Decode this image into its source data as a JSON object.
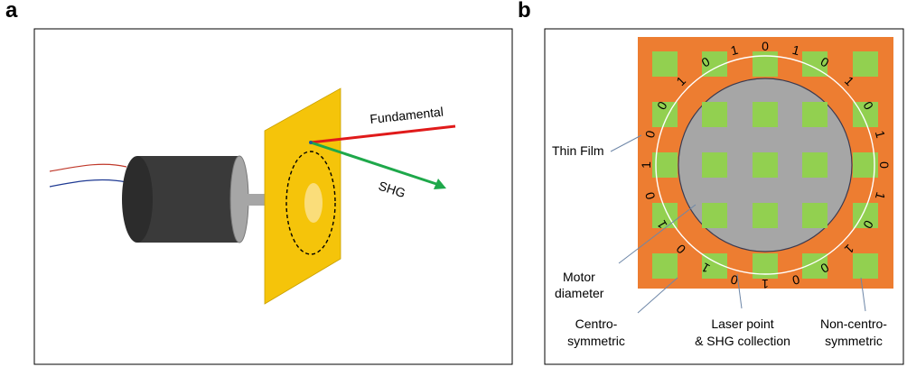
{
  "panel_a": {
    "letter": "a",
    "fundamental_label": "Fundamental",
    "shg_label": "SHG",
    "colors": {
      "plate": "#f5c40a",
      "fundamental": "#e01a1a",
      "shg": "#1ea84a",
      "motor": "#3a3a3a"
    }
  },
  "panel_b": {
    "letter": "b",
    "labels": {
      "thin_film": "Thin Film",
      "motor_diameter_1": "Motor",
      "motor_diameter_2": "diameter",
      "centro_1": "Centro-",
      "centro_2": "symmetric",
      "laser_1": "Laser point",
      "laser_2": "& SHG collection",
      "noncentro_1": "Non-centro-",
      "noncentro_2": "symmetric"
    },
    "ring_bits": [
      "0",
      "1",
      "0",
      "1",
      "0",
      "1",
      "0",
      "1",
      "0",
      "1",
      "0",
      "0",
      "1",
      "0",
      "1",
      "0",
      "1",
      "0",
      "1",
      "0",
      "0",
      "1",
      "0",
      "1"
    ],
    "colors": {
      "film": "#ed7d31",
      "square": "#92d050",
      "disk": "#a6a6a6"
    }
  }
}
